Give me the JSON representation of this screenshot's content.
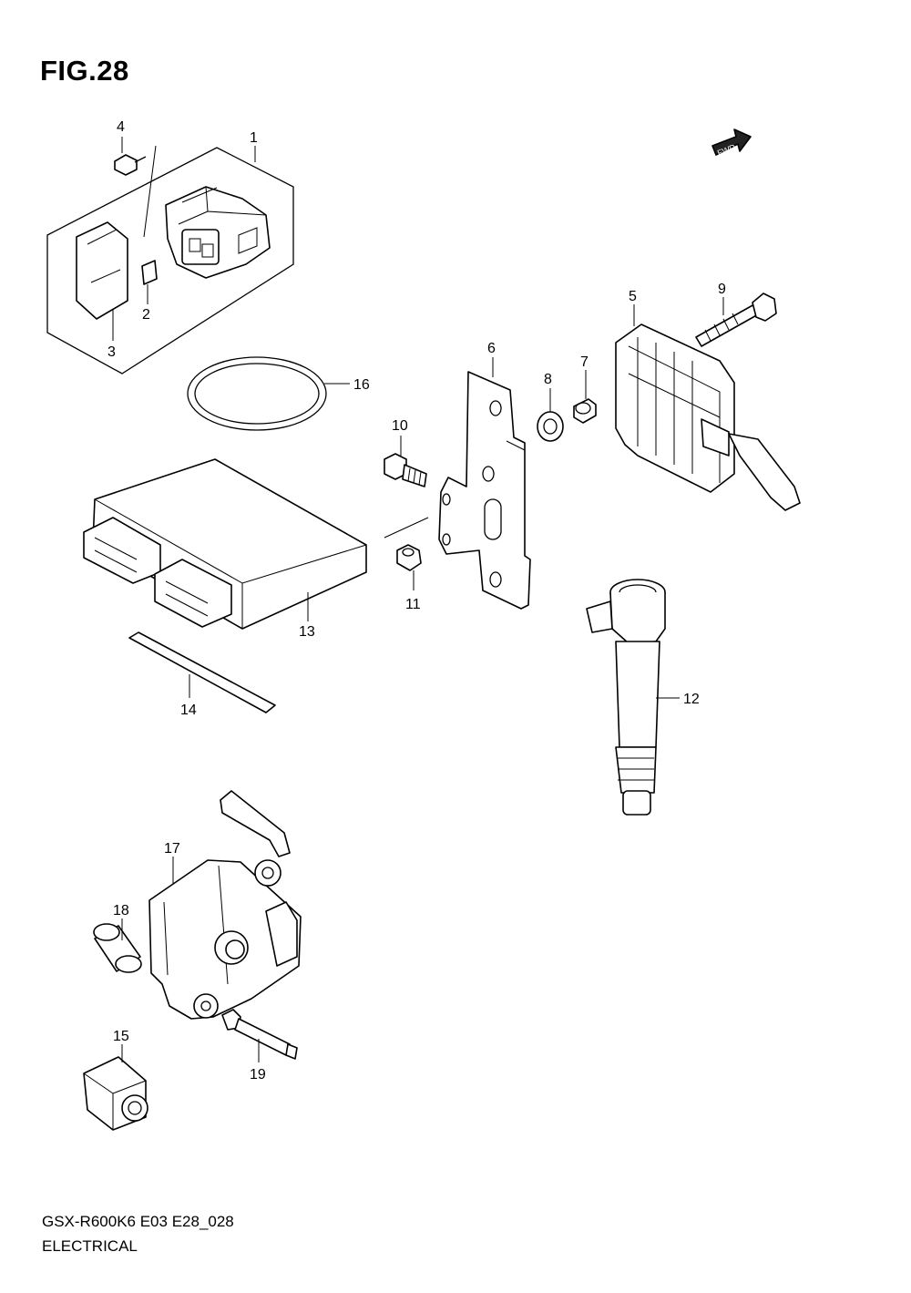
{
  "figure": {
    "title": "FIG.28",
    "code": "GSX-R600K6 E03 E28_028",
    "section": "ELECTRICAL"
  },
  "fwd_label": "FWD",
  "callouts": {
    "c1": "1",
    "c2": "2",
    "c3": "3",
    "c4": "4",
    "c5": "5",
    "c6": "6",
    "c7": "7",
    "c8": "8",
    "c9": "9",
    "c10": "10",
    "c11": "11",
    "c12": "12",
    "c13": "13",
    "c14": "14",
    "c15": "15",
    "c16": "16",
    "c17": "17",
    "c18": "18",
    "c19": "19"
  }
}
